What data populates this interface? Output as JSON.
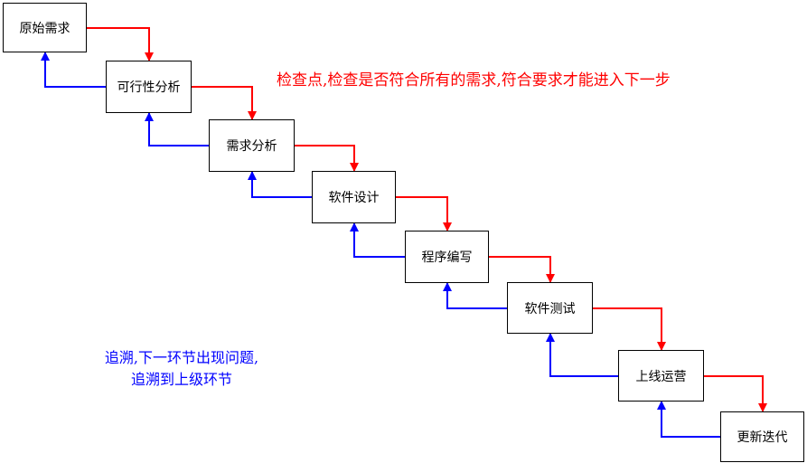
{
  "colors": {
    "forward": "#ff0000",
    "backward": "#0000ff",
    "box_border": "#000000"
  },
  "steps": [
    "原始需求",
    "可行性分析",
    "需求分析",
    "软件设计",
    "程序编写",
    "软件测试",
    "上线运营",
    "更新迭代"
  ],
  "notes": {
    "check": "检查点,检查是否符合所有的需求,符合要求才能进入下一步",
    "trace_line1": "追溯,下一环节出现问题,",
    "trace_line2": "追溯到上级环节"
  }
}
